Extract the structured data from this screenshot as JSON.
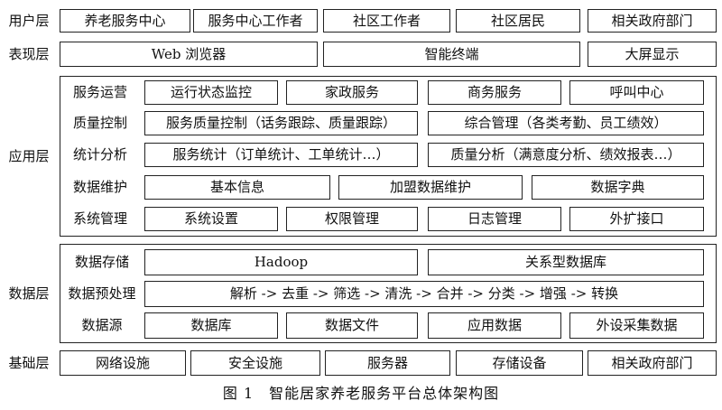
{
  "layers": {
    "user": {
      "label": "用户层",
      "items": [
        "养老服务中心",
        "服务中心工作者",
        "社区工作者",
        "社区居民",
        "相关政府部门"
      ]
    },
    "presentation": {
      "label": "表现层",
      "items": [
        "Web 浏览器",
        "智能终端",
        "大屏显示"
      ]
    },
    "application": {
      "label": "应用层",
      "rows": [
        {
          "label": "服务运营",
          "items": [
            "运行状态监控",
            "家政服务",
            "商务服务",
            "呼叫中心"
          ]
        },
        {
          "label": "质量控制",
          "items": [
            "服务质量控制（话务跟踪、质量跟踪）",
            "综合管理（各类考勤、员工绩效）"
          ]
        },
        {
          "label": "统计分析",
          "items": [
            "服务统计（订单统计、工单统计…）",
            "质量分析（满意度分析、绩效报表…）"
          ]
        },
        {
          "label": "数据维护",
          "items": [
            "基本信息",
            "加盟数据维护",
            "数据字典"
          ]
        },
        {
          "label": "系统管理",
          "items": [
            "系统设置",
            "权限管理",
            "日志管理",
            "外扩接口"
          ]
        }
      ]
    },
    "data": {
      "label": "数据层",
      "rows": [
        {
          "label": "数据存储",
          "items": [
            "Hadoop",
            "关系型数据库"
          ]
        },
        {
          "label": "数据预处理",
          "items": [
            "解析 -> 去重 -> 筛选 -> 清洗 -> 合并 -> 分类 -> 增强 -> 转换"
          ]
        },
        {
          "label": "数据源",
          "items": [
            "数据库",
            "数据文件",
            "应用数据",
            "外设采集数据"
          ]
        }
      ]
    },
    "base": {
      "label": "基础层",
      "items": [
        "网络设施",
        "安全设施",
        "服务器",
        "存储设备",
        "相关政府部门"
      ]
    }
  },
  "caption": "图 1　智能居家养老服务平台总体架构图"
}
